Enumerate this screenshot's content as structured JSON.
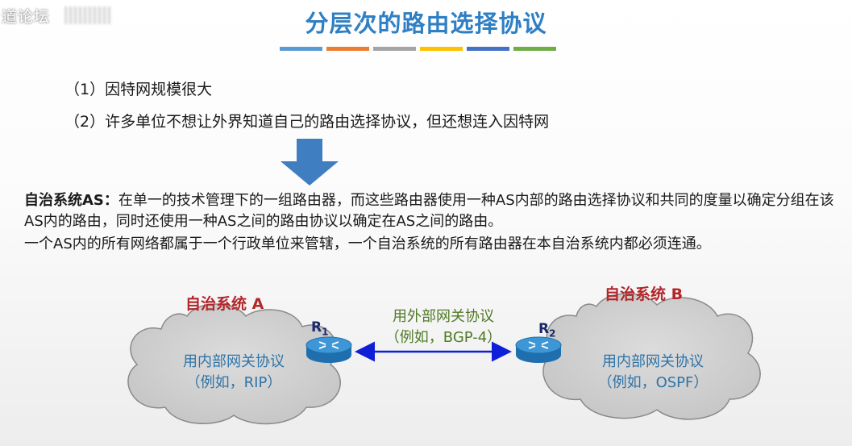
{
  "watermark": "道论坛",
  "title": "分层次的路由选择协议",
  "title_bar_colors": [
    "#5b9bd5",
    "#ed7d31",
    "#a5a5a5",
    "#ffc000",
    "#4472c4",
    "#70ad47"
  ],
  "reasons": [
    "（1）因特网规模很大",
    "（2）许多单位不想让外界知道自己的路由选择协议，但还想连入因特网"
  ],
  "definition": {
    "term": "自治系统AS",
    "colon": "：",
    "text": "在单一的技术管理下的一组路由器，而这些路由器使用一种AS内部的路由选择协议和共同的度量以确定分组在该AS内的路由，同时还使用一种AS之间的路由协议以确定在AS之间的路由。",
    "note": "一个AS内的所有网络都属于一个行政单位来管辖，一个自治系统的所有路由器在本自治系统内都必须连通。"
  },
  "diagram": {
    "as_a": {
      "label": "自治系统 A",
      "protocol_line1": "用内部网关协议",
      "protocol_line2": "（例如，RIP）"
    },
    "as_b": {
      "label": "自治系统 B",
      "protocol_line1": "用内部网关协议",
      "protocol_line2": "（例如，OSPF）"
    },
    "r1": {
      "name": "R",
      "sub": "1"
    },
    "r2": {
      "name": "R",
      "sub": "2"
    },
    "external_line1": "用外部网关协议",
    "external_line2": "（例如，BGP-4）",
    "colors": {
      "cloud": "#cfcfcf",
      "cloud_stroke": "#8a8a8a",
      "router": "#2f87c8",
      "link": "#0f1fd8",
      "as_label": "#b3262a",
      "arrow": "#3f7fc1"
    }
  }
}
